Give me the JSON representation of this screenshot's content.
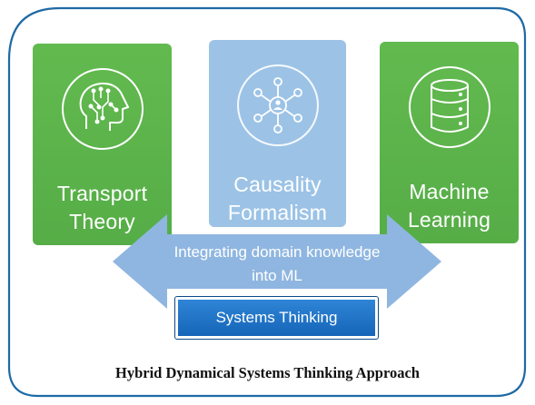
{
  "diagram": {
    "boxes": [
      {
        "label": "Transport\nTheory",
        "icon": "brain-circuit-icon"
      },
      {
        "label": "Causality\nFormalism",
        "icon": "network-hub-icon"
      },
      {
        "label": "Machine\nLearning",
        "icon": "database-icon"
      }
    ],
    "arrow_text": "Integrating domain knowledge\ninto ML",
    "systems_button": "Systems Thinking",
    "caption": "Hybrid Dynamical Systems Thinking Approach",
    "colors": {
      "frame": "#1f6aa5",
      "green": "#5cb85c",
      "light_blue": "#9cc3e6",
      "arrow_blue": "#8fb6e0",
      "button_blue": "#1a6fc4"
    }
  }
}
